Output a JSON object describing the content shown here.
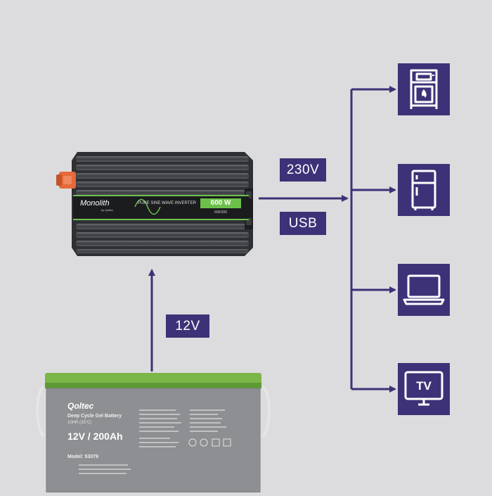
{
  "labels": {
    "ac_output": "230V",
    "usb_output": "USB",
    "dc_input": "12V"
  },
  "inverter": {
    "brand": "Monolith",
    "brand_sub": "by Qoltec",
    "description": "PURE SINE WAVE INVERTER",
    "power": "600 W",
    "power_sub": "600/300"
  },
  "battery": {
    "brand": "Qoltec",
    "type": "Deep Cycle Gel Battery",
    "rate": "10HR (25°C)",
    "rating": "12V / 200Ah",
    "model": "Model: 53079"
  },
  "devices": [
    {
      "icon": "stove-icon"
    },
    {
      "icon": "fridge-icon"
    },
    {
      "icon": "laptop-icon"
    },
    {
      "icon": "tv-icon",
      "text": "TV"
    }
  ],
  "colors": {
    "background": "#dcdcde",
    "accent": "#3d3277",
    "inverter_green": "#6cc04a",
    "battery_green": "#7ab648",
    "battery_body": "#8d8f92"
  }
}
